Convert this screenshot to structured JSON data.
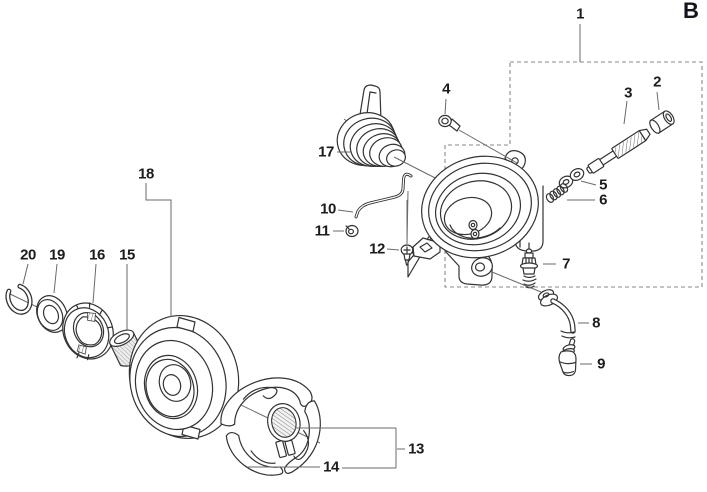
{
  "figure": {
    "section_label": "B"
  },
  "callouts": {
    "c1": "1",
    "c2": "2",
    "c3": "3",
    "c4": "4",
    "c5": "5",
    "c6": "6",
    "c7": "7",
    "c8": "8",
    "c9": "9",
    "c10": "10",
    "c11": "11",
    "c12": "12",
    "c13": "13",
    "c14": "14",
    "c15": "15",
    "c16": "16",
    "c17": "17",
    "c18": "18",
    "c19": "19",
    "c20": "20"
  },
  "colors": {
    "line": "#333333",
    "leader": "#6a6a6a",
    "label_text": "#1c1c1c",
    "section_label_text": "#14141d",
    "dashed_border": "#8a8a8a",
    "background": "#ffffff",
    "shading": "#ececec"
  }
}
